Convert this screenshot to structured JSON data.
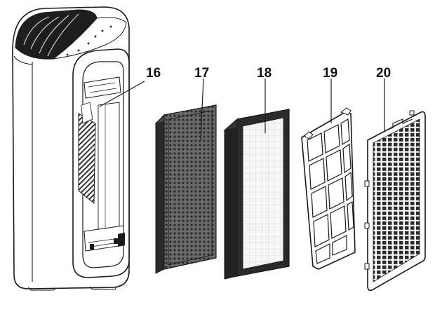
{
  "diagram": {
    "callouts": [
      {
        "id": "16",
        "label": "16",
        "part": "air-purifier-housing"
      },
      {
        "id": "17",
        "label": "17",
        "part": "activated-carbon-filter"
      },
      {
        "id": "18",
        "label": "18",
        "part": "hepa-filter"
      },
      {
        "id": "19",
        "label": "19",
        "part": "pre-filter-frame"
      },
      {
        "id": "20",
        "label": "20",
        "part": "front-grille-panel"
      }
    ]
  },
  "colors": {
    "line": "#1a1a1a",
    "body_fill": "#ffffff",
    "carbon": "#3a3a3a",
    "hepa_fill": "#f4f4f4"
  }
}
